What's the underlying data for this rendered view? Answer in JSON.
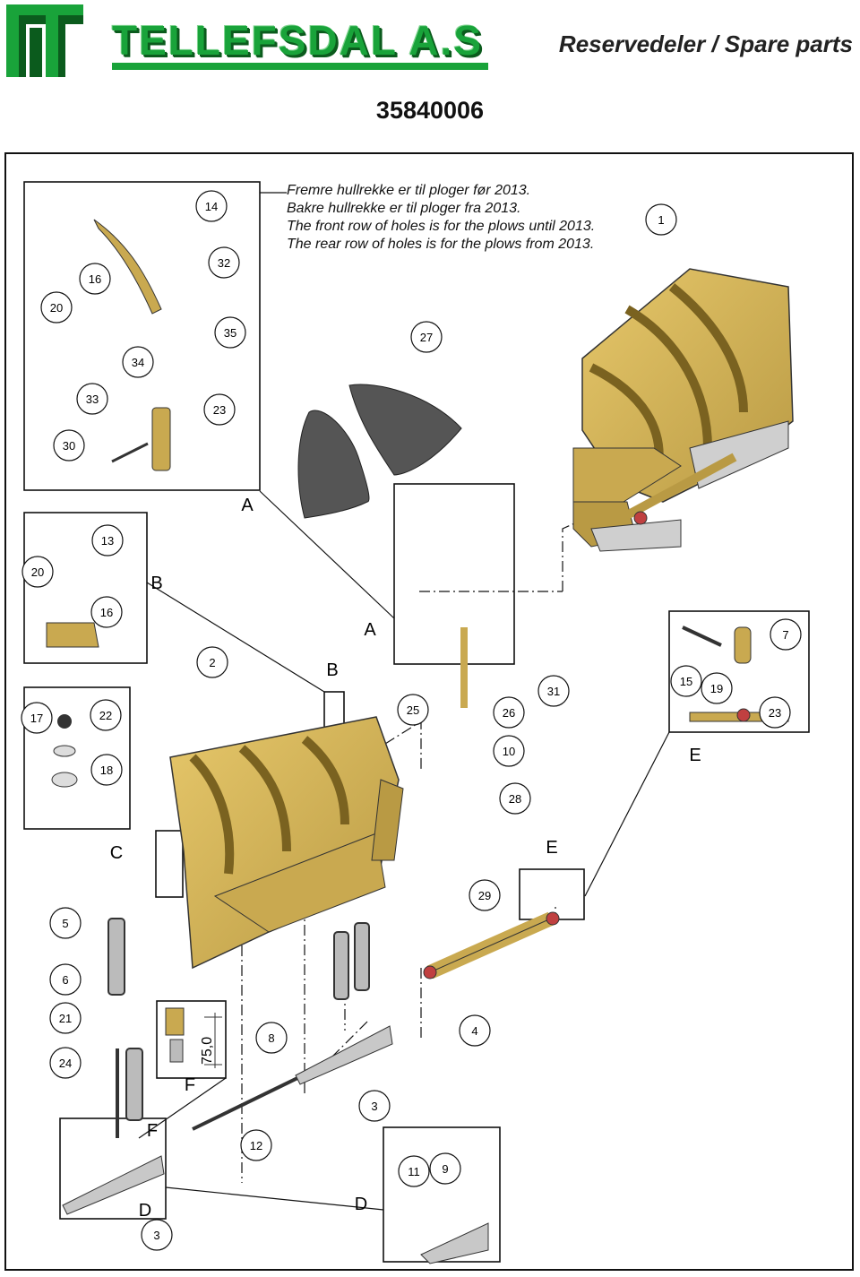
{
  "header": {
    "brand": "TELLEFSDAL A.S",
    "title": "Reservedeler / Spare parts",
    "doc_number": "35840006"
  },
  "notes": [
    "Fremre hullrekke er til ploger før 2013.",
    "Bakre  hullrekke er til ploger fra 2013.",
    "The front row of holes is for the plows until 2013.",
    "The rear row of holes is for the plows from 2013."
  ],
  "callouts": {
    "c14": "14",
    "c16a": "16",
    "c32": "32",
    "c20a": "20",
    "c35": "35",
    "c34": "34",
    "c33": "33",
    "c23a": "23",
    "c30": "30",
    "c27": "27",
    "c1": "1",
    "c13": "13",
    "c20b": "20",
    "c16b": "16",
    "c7": "7",
    "c15": "15",
    "c19": "19",
    "c23b": "23",
    "c2": "2",
    "c17": "17",
    "c22": "22",
    "c18": "18",
    "c25": "25",
    "c26": "26",
    "c31": "31",
    "c10": "10",
    "c28": "28",
    "c29": "29",
    "c5": "5",
    "c6": "6",
    "c21": "21",
    "c24": "24",
    "c8": "8",
    "c4": "4",
    "c3a": "3",
    "c12": "12",
    "c11": "11",
    "c9": "9",
    "c3b": "3"
  },
  "detail_letters": {
    "A1": "A",
    "A2": "A",
    "B1": "B",
    "B2": "B",
    "C": "C",
    "D1": "D",
    "D2": "D",
    "E1": "E",
    "E2": "E",
    "F1": "F",
    "F2": "F"
  },
  "dimension": "75,0",
  "colors": {
    "brand_green": "#19a33a",
    "plow_yellow": "#d8b758",
    "plow_shadow": "#a88a3c",
    "rubber_grey": "#555555",
    "frame_grey": "#c8c8c8"
  }
}
